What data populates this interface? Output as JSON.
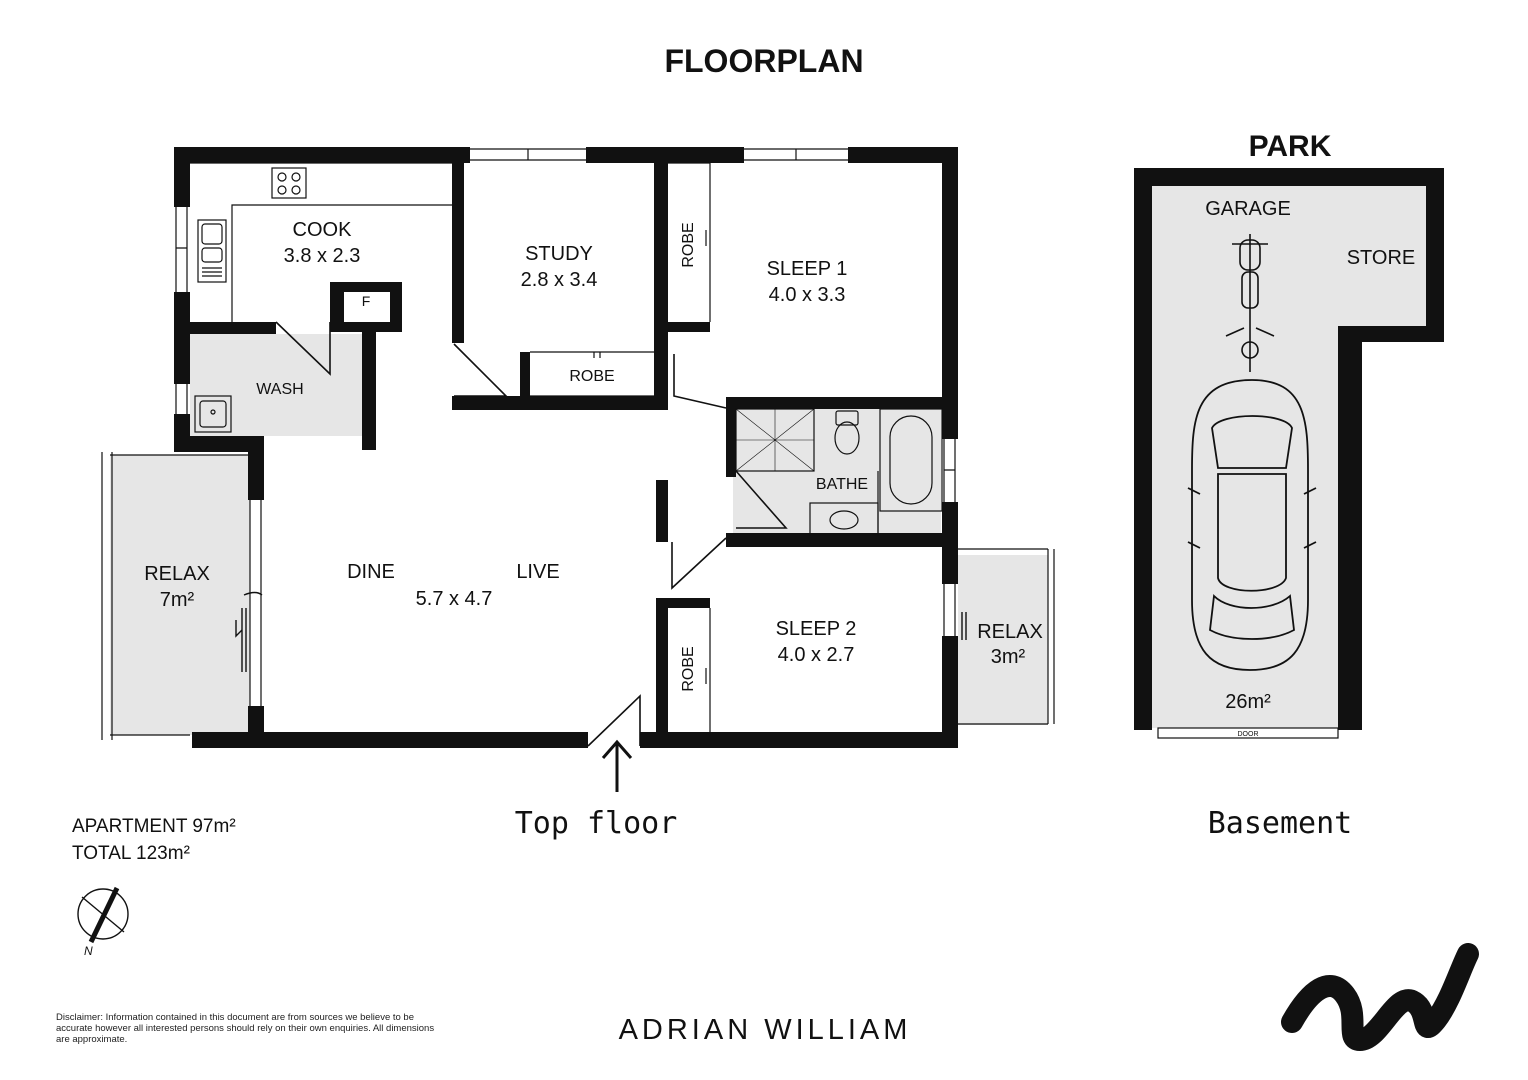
{
  "title": "FLOORPLAN",
  "floors": {
    "top": "Top floor",
    "basement": "Basement"
  },
  "rooms": {
    "cook": {
      "name": "COOK",
      "size": "3.8 x 2.3"
    },
    "study": {
      "name": "STUDY",
      "size": "2.8 x 3.4"
    },
    "sleep1": {
      "name": "SLEEP 1",
      "size": "4.0 x 3.3"
    },
    "sleep2": {
      "name": "SLEEP 2",
      "size": "4.0 x 2.7"
    },
    "dine": {
      "name": "DINE"
    },
    "live": {
      "name": "LIVE",
      "size": "5.7 x 4.7"
    },
    "wash": {
      "name": "WASH"
    },
    "bathe": {
      "name": "BATHE"
    },
    "fridge": {
      "name": "F"
    },
    "robe_study": {
      "name": "ROBE"
    },
    "robe_sleep1": {
      "name": "ROBE"
    },
    "robe_sleep2": {
      "name": "ROBE"
    },
    "relax_left": {
      "name": "RELAX",
      "area": "7m²"
    },
    "relax_right": {
      "name": "RELAX",
      "area": "3m²"
    }
  },
  "park": {
    "title": "PARK",
    "garage": "GARAGE",
    "store": "STORE",
    "area": "26m²",
    "door": "DOOR"
  },
  "areas": {
    "apartment": "APARTMENT 97m²",
    "total": "TOTAL 123m²"
  },
  "compass": {
    "label": "N"
  },
  "disclaimer": "Disclaimer: Information contained in this document are from sources we believe to be accurate however all interested persons should rely on their own enquiries. All dimensions are approximate.",
  "brand": "ADRIAN WILLIAM",
  "colors": {
    "wall": "#111111",
    "wet_area": "#e6e6e6",
    "background": "#ffffff"
  }
}
